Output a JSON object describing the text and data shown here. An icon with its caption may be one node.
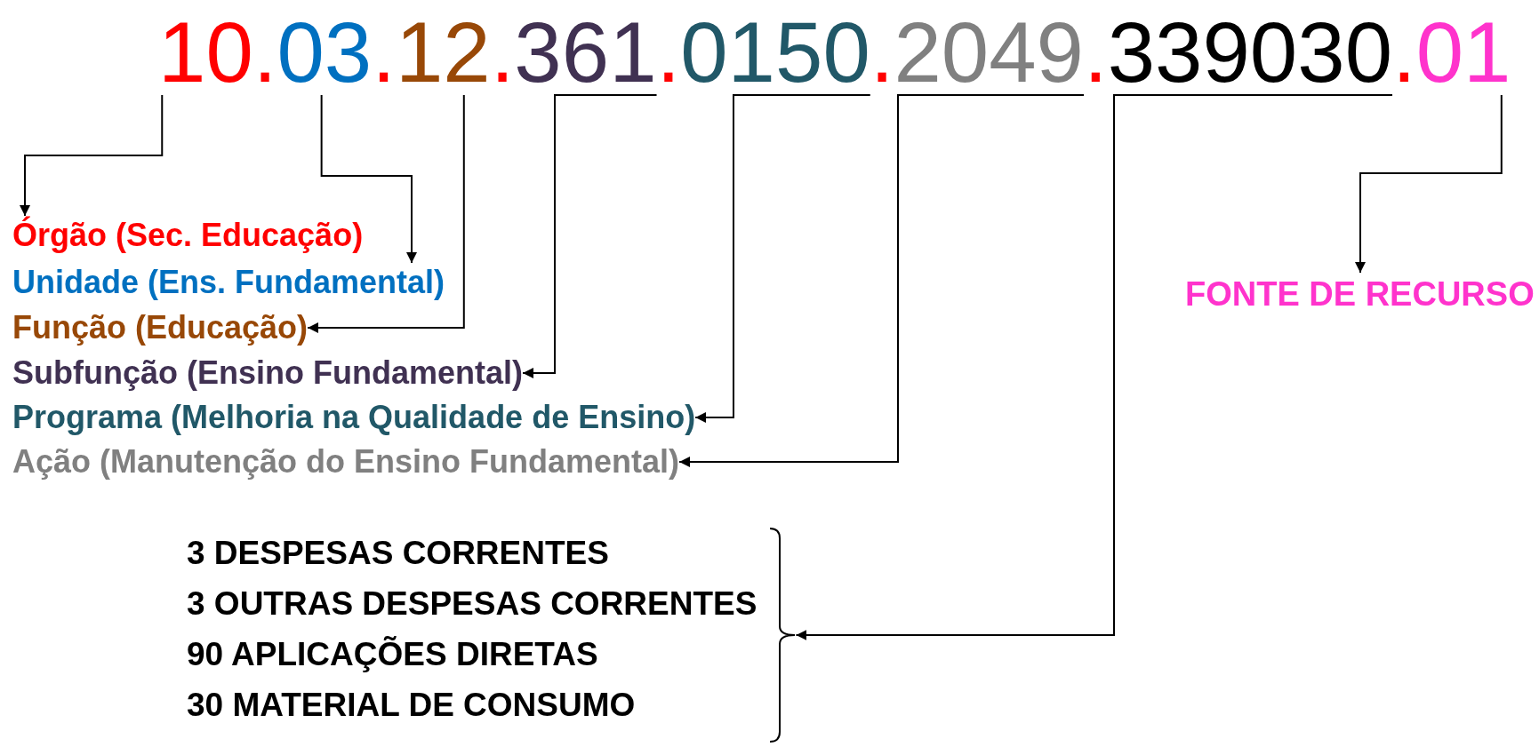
{
  "diagram": {
    "nodes": [
      {
        "text": [
          "10"
        ]
      },
      {
        "text": [
          "03"
        ]
      },
      {
        "text": [
          "12"
        ]
      },
      {
        "text": [
          "361"
        ]
      },
      {
        "text": [
          "0150"
        ]
      },
      {
        "text": [
          "2049"
        ]
      },
      {
        "text": [
          "339030"
        ]
      },
      {
        "text": [
          "01"
        ]
      },
      {
        "text": [
          "Órgão (Sec. Educação)"
        ]
      },
      {
        "text": [
          "Unidade (Ens. Fundamental)"
        ]
      },
      {
        "text": [
          "Função (Educação)"
        ]
      },
      {
        "text": [
          "Subfunção (Ensino Fundamental)"
        ]
      },
      {
        "text": [
          "Programa (Melhoria na Qualidade de Ensino)"
        ]
      },
      {
        "text": [
          "Ação (Manutenção do Ensino Fundamental)"
        ]
      },
      {
        "text": [
          "FONTE DE RECURSO"
        ]
      },
      {
        "text": [
          "3 DESPESAS CORRENTES",
          "3 OUTRAS DESPESAS CORRENTES",
          "90 APLICAÇÕES DIRETAS",
          "30 MATERIAL DE CONSUMO"
        ]
      }
    ],
    "edges": [
      {
        "from": 0,
        "to": 8,
        "arrow": "to"
      },
      {
        "from": 1,
        "to": 9,
        "arrow": "to"
      },
      {
        "from": 2,
        "to": 10,
        "arrow": "to"
      },
      {
        "from": 3,
        "to": 11,
        "arrow": "to"
      },
      {
        "from": 4,
        "to": 12,
        "arrow": "to"
      },
      {
        "from": 5,
        "to": 13,
        "arrow": "to"
      },
      {
        "from": 6,
        "to": 15,
        "arrow": "to"
      },
      {
        "from": 7,
        "to": 14,
        "arrow": "to"
      }
    ],
    "labels": [
      ".",
      ".",
      ".",
      ".",
      ".",
      ".",
      "."
    ]
  }
}
